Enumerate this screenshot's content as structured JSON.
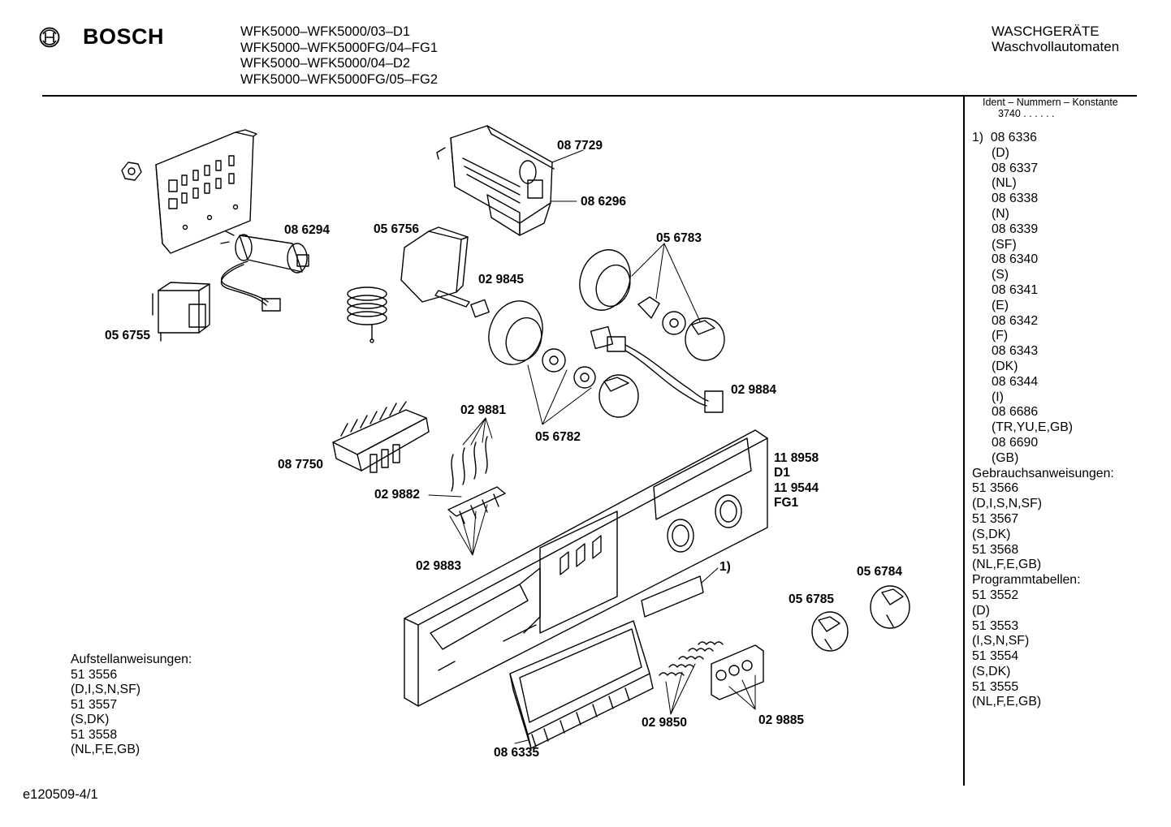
{
  "header": {
    "brand": "BOSCH",
    "models": [
      "WFK5000–WFK5000/03–D1",
      "WFK5000–WFK5000FG/04–FG1",
      "WFK5000–WFK5000/04–D2",
      "WFK5000–WFK5000FG/05–FG2"
    ],
    "category_line1": "WASCHGERÄTE",
    "category_line2": "Waschvollautomaten"
  },
  "ident": {
    "title": "Ident – Nummern – Konstante",
    "constant": "3740 . . . . . ."
  },
  "callouts": {
    "c087729": "08 7729",
    "c086296": "08 6296",
    "c086294": "08 6294",
    "c056756": "05 6756",
    "c056783": "05 6783",
    "c029845": "02 9845",
    "c056755": "05 6755",
    "c029884": "02 9884",
    "c029881": "02 9881",
    "c056782": "05 6782",
    "c087750": "08 7750",
    "c118958": "11 8958",
    "cD1": "D1",
    "c119544": "11 9544",
    "cFG1": "FG1",
    "c029882": "02 9882",
    "c029883": "02 9883",
    "c1": "1)",
    "c056784": "05 6784",
    "c056785": "05 6785",
    "c029850": "02 9850",
    "c029885": "02 9885",
    "c086335": "08 6335"
  },
  "right_list": {
    "marker": "1)",
    "items": [
      "08 6336",
      "(D)",
      "08 6337",
      "(NL)",
      "08 6338",
      "(N)",
      "08 6339",
      "(SF)",
      "08 6340",
      "(S)",
      "08 6341",
      "(E)",
      "08 6342",
      "(F)",
      "08 6343",
      "(DK)",
      "08 6344",
      "(I)",
      "08 6686",
      "(TR,YU,E,GB)",
      "08 6690",
      "(GB)"
    ],
    "gebrauch_title": "Gebrauchsanweisungen:",
    "gebrauch": [
      "51 3566",
      "(D,I,S,N,SF)",
      "51 3567",
      "(S,DK)",
      "51 3568",
      "(NL,F,E,GB)"
    ],
    "programm_title": "Programmtabellen:",
    "programm": [
      "51 3552",
      "(D)",
      "51 3553",
      "(I,S,N,SF)",
      "51 3554",
      "(S,DK)",
      "51 3555",
      "(NL,F,E,GB)"
    ]
  },
  "left_list": {
    "title": "Aufstellanweisungen:",
    "items": [
      "51 3556",
      "(D,I,S,N,SF)",
      "51 3557",
      "(S,DK)",
      "51 3558",
      "(NL,F,E,GB)"
    ]
  },
  "footer": {
    "code": "e120509-4/1"
  }
}
